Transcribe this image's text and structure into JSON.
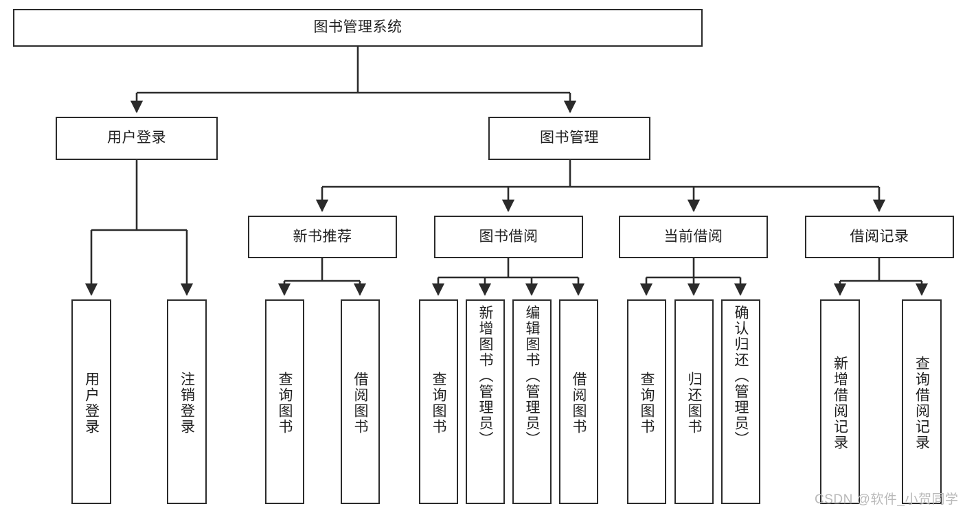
{
  "diagram": {
    "title": "图书管理系统",
    "type": "hierarchy-tree",
    "root": {
      "label": "图书管理系统"
    },
    "level2": [
      {
        "label": "用户登录"
      },
      {
        "label": "图书管理"
      }
    ],
    "level3": [
      {
        "label": "新书推荐"
      },
      {
        "label": "图书借阅"
      },
      {
        "label": "当前借阅"
      },
      {
        "label": "借阅记录"
      }
    ],
    "leaves": {
      "user_login": [
        {
          "label": "用户登录"
        },
        {
          "label": "注销登录"
        }
      ],
      "new_book_recommend": [
        {
          "label": "查询图书"
        },
        {
          "label": "借阅图书"
        }
      ],
      "book_borrow": [
        {
          "label": "查询图书"
        },
        {
          "label": "新增图书（管理员）"
        },
        {
          "label": "编辑图书（管理员）"
        },
        {
          "label": "借阅图书"
        }
      ],
      "current_borrow": [
        {
          "label": "查询图书"
        },
        {
          "label": "归还图书"
        },
        {
          "label": "确认归还（管理员）"
        }
      ],
      "borrow_record": [
        {
          "label": "新增借阅记录"
        },
        {
          "label": "查询借阅记录"
        }
      ]
    }
  },
  "watermark": {
    "text": "CSDN @软件_小贺同学"
  },
  "colors": {
    "stroke": "#2b2b2b",
    "text": "#1f1f1f",
    "background": "#ffffff",
    "watermark": "#b9b9b9"
  }
}
